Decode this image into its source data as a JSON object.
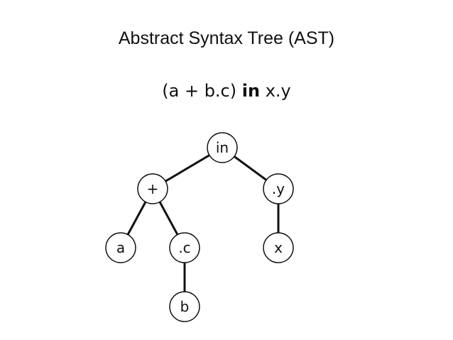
{
  "title": "Abstract Syntax Tree (AST)",
  "expression": {
    "left": "(a + b.c) ",
    "keyword": "in",
    "right": " x.y"
  },
  "tree": {
    "nodes": [
      {
        "id": "in",
        "label": "in"
      },
      {
        "id": "plus",
        "label": "+"
      },
      {
        "id": "dot-y",
        "label": ".y"
      },
      {
        "id": "a",
        "label": "a"
      },
      {
        "id": "dot-c",
        "label": ".c"
      },
      {
        "id": "x",
        "label": "x"
      },
      {
        "id": "b",
        "label": "b"
      }
    ],
    "edges": [
      [
        "in",
        "plus"
      ],
      [
        "in",
        "dot-y"
      ],
      [
        "plus",
        "a"
      ],
      [
        "plus",
        "dot-c"
      ],
      [
        "dot-c",
        "b"
      ],
      [
        "dot-y",
        "x"
      ]
    ]
  }
}
